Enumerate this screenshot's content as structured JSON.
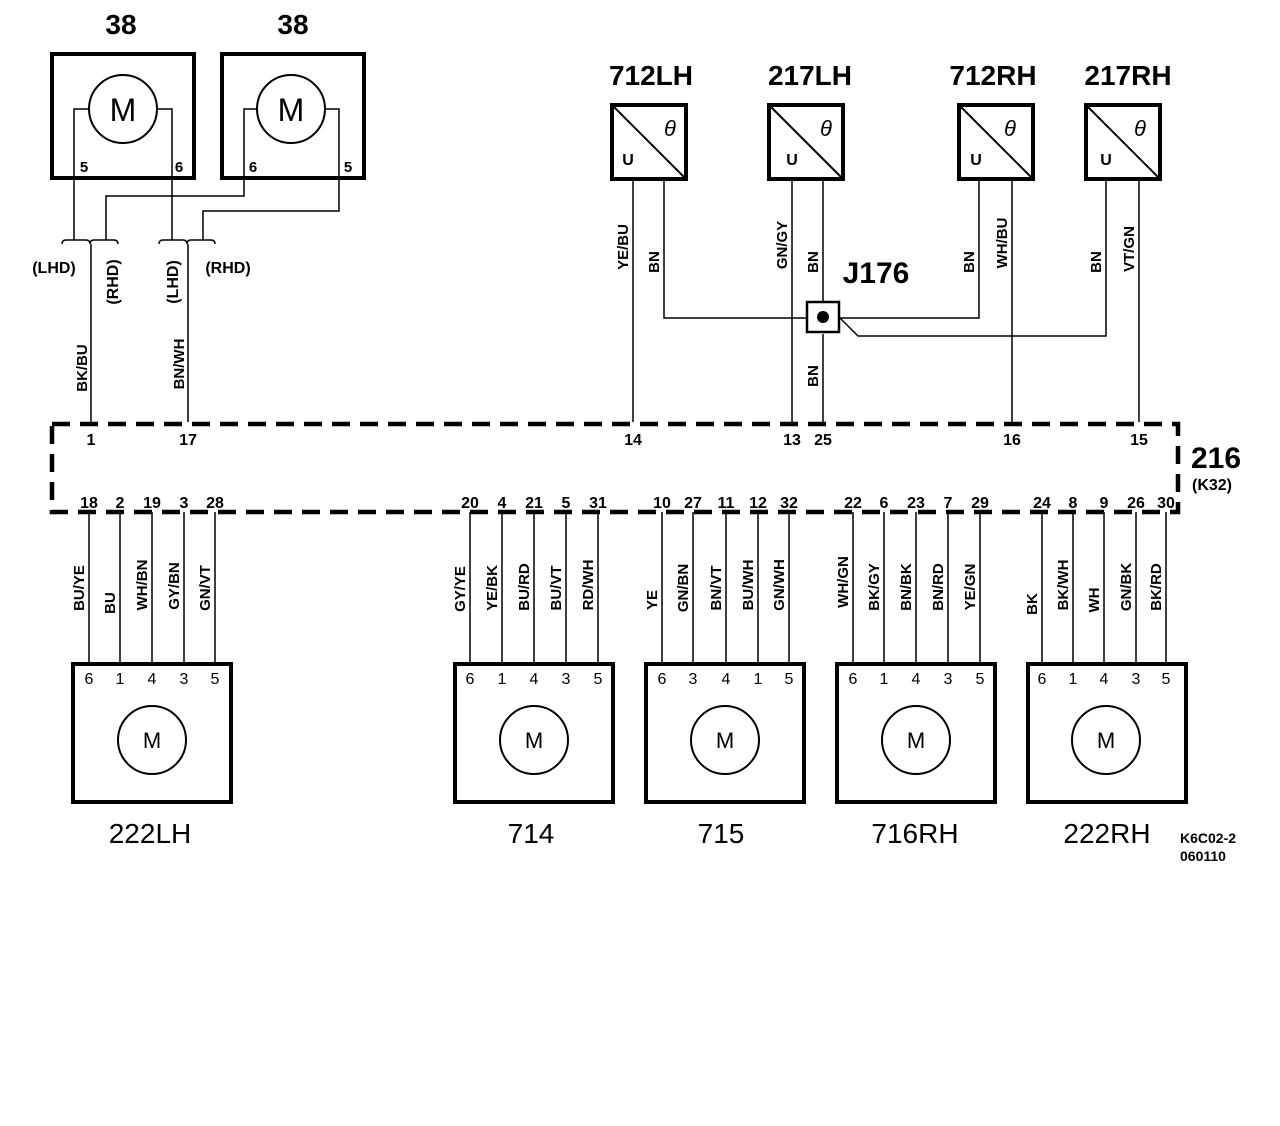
{
  "top_motors": [
    {
      "id": "38",
      "symbol": "M",
      "pins": [
        "5",
        "6"
      ]
    },
    {
      "id": "38",
      "symbol": "M",
      "pins": [
        "6",
        "5"
      ]
    }
  ],
  "variant_labels": {
    "lhd": "(LHD)",
    "rhd": "(RHD)"
  },
  "sensors": [
    {
      "id": "712LH",
      "symbol_u": "U",
      "symbol_theta": "θ",
      "wires": [
        "YE/BU",
        "BN"
      ]
    },
    {
      "id": "217LH",
      "symbol_u": "U",
      "symbol_theta": "θ",
      "wires": [
        "GN/GY",
        "BN"
      ]
    },
    {
      "id": "712RH",
      "symbol_u": "U",
      "symbol_theta": "θ",
      "wires": [
        "BN",
        "WH/BU"
      ]
    },
    {
      "id": "217RH",
      "symbol_u": "U",
      "symbol_theta": "θ",
      "wires": [
        "BN",
        "VT/GN"
      ]
    }
  ],
  "junction": {
    "id": "J176",
    "out_wire": "BN"
  },
  "motor_feed_wires": [
    "BK/BU",
    "BN/WH"
  ],
  "ecu": {
    "id": "216",
    "connector": "(K32)",
    "top_pins": [
      "1",
      "17",
      "14",
      "13",
      "25",
      "16",
      "15"
    ],
    "bottom_pins": [
      "18",
      "2",
      "19",
      "3",
      "28",
      "20",
      "4",
      "21",
      "5",
      "31",
      "10",
      "27",
      "11",
      "12",
      "32",
      "22",
      "6",
      "23",
      "7",
      "29",
      "24",
      "8",
      "9",
      "26",
      "30"
    ]
  },
  "actuators": [
    {
      "id": "222LH",
      "symbol": "M",
      "pins": [
        "6",
        "1",
        "4",
        "3",
        "5"
      ],
      "wires": [
        "BU/YE",
        "BU",
        "WH/BN",
        "GY/BN",
        "GN/VT"
      ]
    },
    {
      "id": "714",
      "symbol": "M",
      "pins": [
        "6",
        "1",
        "4",
        "3",
        "5"
      ],
      "wires": [
        "GY/YE",
        "YE/BK",
        "BU/RD",
        "BU/VT",
        "RD/WH"
      ]
    },
    {
      "id": "715",
      "symbol": "M",
      "pins": [
        "6",
        "3",
        "4",
        "1",
        "5"
      ],
      "wires": [
        "YE",
        "GN/BN",
        "BN/VT",
        "BU/WH",
        "GN/WH"
      ]
    },
    {
      "id": "716RH",
      "symbol": "M",
      "pins": [
        "6",
        "1",
        "4",
        "3",
        "5"
      ],
      "wires": [
        "WH/GN",
        "BK/GY",
        "BN/BK",
        "BN/RD",
        "YE/GN"
      ]
    },
    {
      "id": "222RH",
      "symbol": "M",
      "pins": [
        "6",
        "1",
        "4",
        "3",
        "5"
      ],
      "wires": [
        "BK",
        "BK/WH",
        "WH",
        "GN/BK",
        "BK/RD"
      ]
    }
  ],
  "footer": {
    "code": "K6C02-2",
    "date": "060110"
  }
}
